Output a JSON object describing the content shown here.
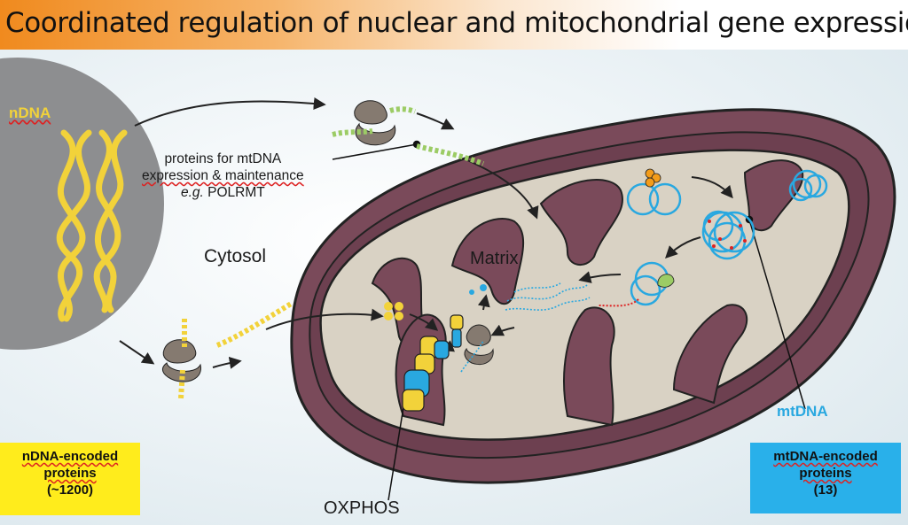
{
  "title": "Coordinated regulation of nuclear and mitochondrial gene expression",
  "labels": {
    "ndna": "nDNA",
    "proteins_line1": "proteins for mtDNA",
    "proteins_line2": "expression & maintenance",
    "proteins_line3_prefix": "e.g.",
    "proteins_line3_name": "POLRMT",
    "cytosol": "Cytosol",
    "matrix": "Matrix",
    "mtdna": "mtDNA",
    "oxphos": "OXPHOS"
  },
  "boxes": {
    "ndna_encoded": {
      "line1": "nDNA-encoded",
      "line2": "proteins",
      "line3": "(~1200)"
    },
    "mtdna_encoded": {
      "line1": "mtDNA-encoded",
      "line2": "proteins",
      "line3": "(13)"
    }
  },
  "colors": {
    "title_gradient_start": "#f08a1e",
    "nucleus": "#8d8e90",
    "ndna_helix": "#f2d23a",
    "mito_outer": "#7a4a5a",
    "mito_matrix": "#d9d2c4",
    "mtdna": "#29a8e0",
    "ndna_box": "#ffec1c",
    "mtdna_box": "#29b0ea",
    "ribosome": "#857a70",
    "green_protein": "#9ccc65"
  }
}
